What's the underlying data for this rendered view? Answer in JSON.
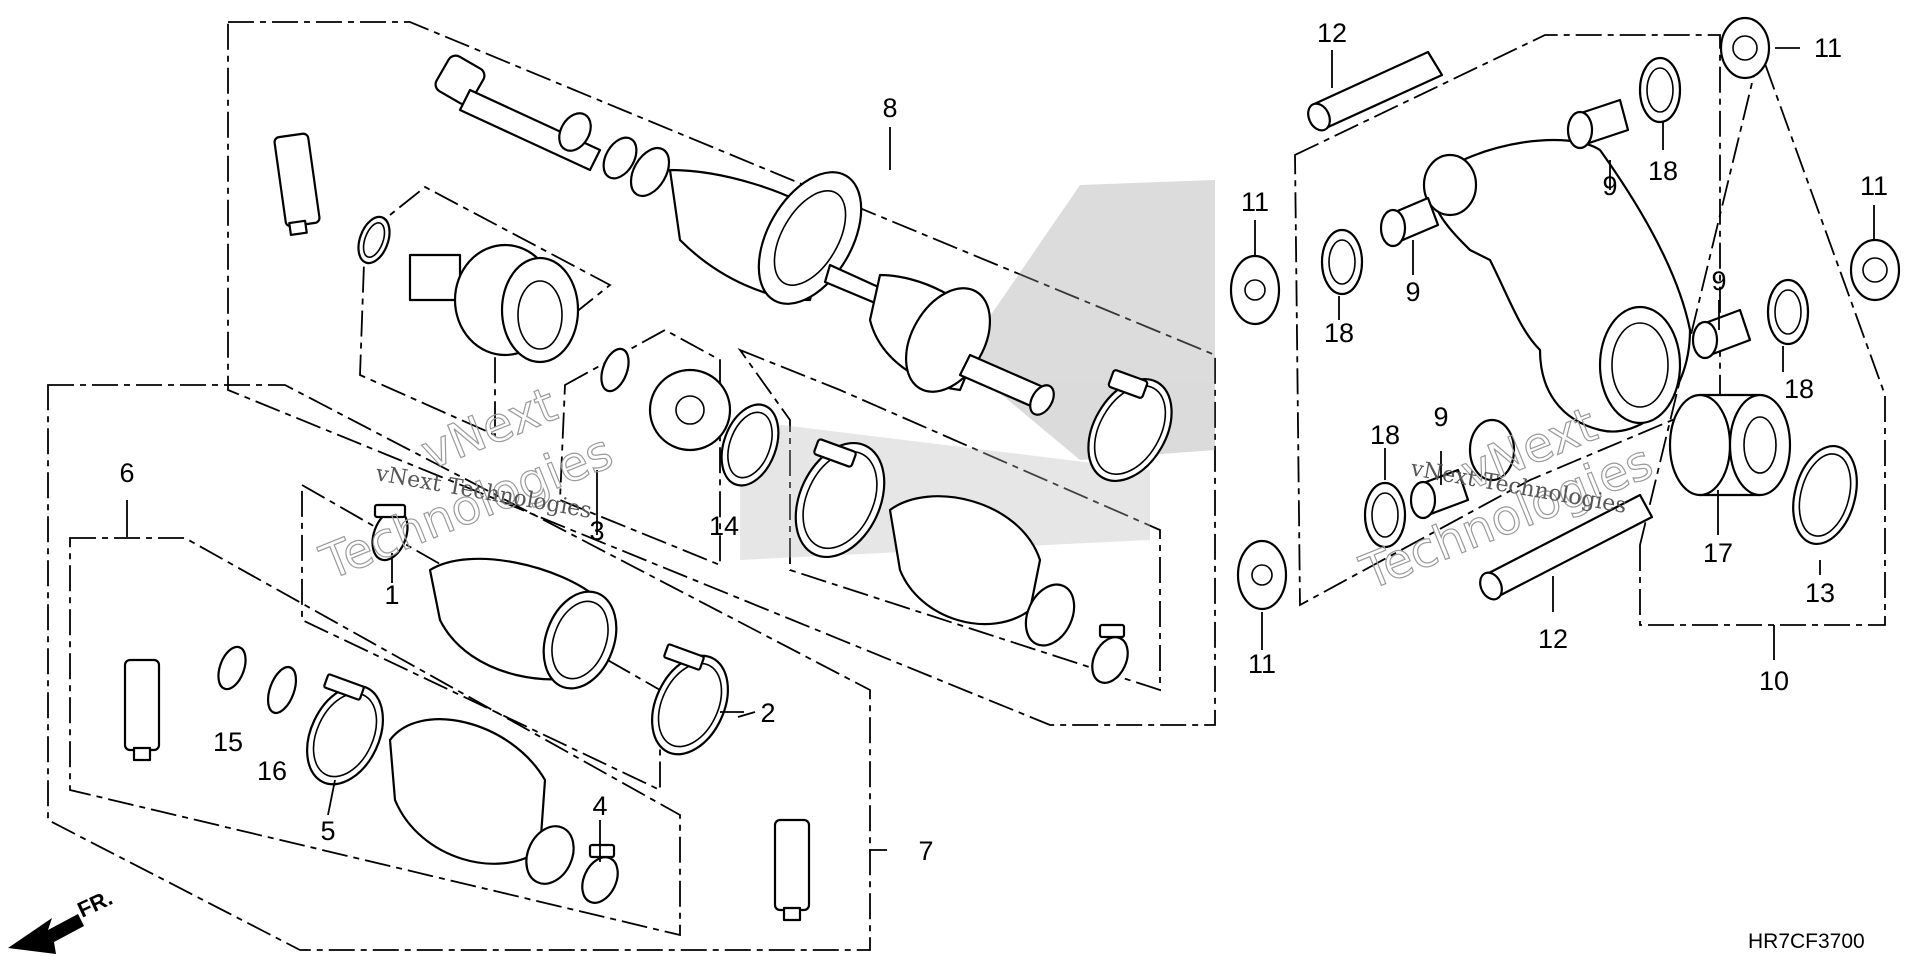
{
  "diagram": {
    "callouts": {
      "c1": "1",
      "c2": "2",
      "c3": "3",
      "c4": "4",
      "c5": "5",
      "c6": "6",
      "c7": "7",
      "c8": "8",
      "c9a": "9",
      "c9b": "9",
      "c9c": "9",
      "c9d": "9",
      "c10": "10",
      "c11a": "11",
      "c11b": "11",
      "c11c": "11",
      "c11d": "11",
      "c12a": "12",
      "c12b": "12",
      "c13": "13",
      "c14": "14",
      "c15": "15",
      "c16": "16",
      "c17": "17",
      "c18a": "18",
      "c18b": "18",
      "c18c": "18",
      "c18d": "18"
    },
    "watermark": {
      "brand": "vNext",
      "tagline": "Technologies",
      "line": "vNext Technologies"
    },
    "front_indicator": "FR.",
    "drawing_code": "HR7CF3700"
  }
}
